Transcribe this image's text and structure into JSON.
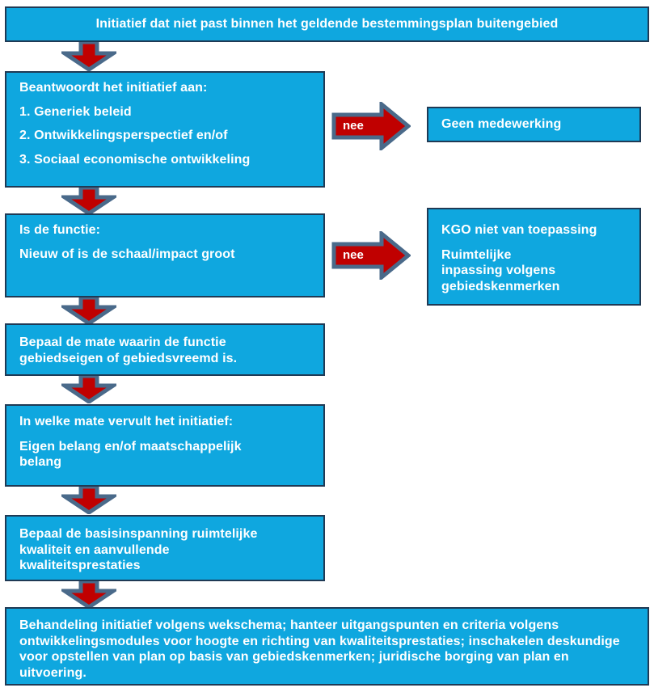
{
  "diagram": {
    "title": "Initiatief dat niet past binnen het geldende bestemmingsplan buitengebied",
    "colors": {
      "box_fill": "#0FA7DF",
      "box_border": "#1F3A55",
      "arrow_fill": "#C00000",
      "arrow_border": "#4A6A8A",
      "text": "#FFFFFF"
    }
  },
  "nodes": {
    "start": {
      "label": "Initiatief dat niet past binnen het geldende bestemmingsplan buitengebied"
    },
    "criteria": {
      "heading": "Beantwoordt het initiatief aan:",
      "item1": "1. Generiek beleid",
      "item2": "2. Ontwikkelingsperspectief en/of",
      "item3": "3. Sociaal economische ontwikkeling"
    },
    "geen_medewerking": {
      "label": "Geen medewerking"
    },
    "functie": {
      "heading": "Is de functie:",
      "body": "Nieuw of is de schaal/impact groot"
    },
    "kgo_niet": {
      "line1": "KGO niet van toepassing",
      "line2": "Ruimtelijke inpassing volgens gebiedskenmerken"
    },
    "gebiedseigen": {
      "body": "Bepaal de mate waarin de functie gebiedseigen of gebiedsvreemd is."
    },
    "belang": {
      "heading": "In welke mate vervult het initiatief:",
      "body": "Eigen belang en/of maatschappelijk belang"
    },
    "basisinspanning": {
      "body": "Bepaal de basisinspanning ruimtelijke kwaliteit en aanvullende kwaliteitsprestaties"
    },
    "behandeling": {
      "body": "Behandeling initiatief volgens wekschema; hanteer uitgangspunten en criteria volgens ontwikkelingsmodules voor hoogte en richting van kwaliteitsprestaties; inschakelen deskundige voor opstellen van plan op basis van gebiedskenmerken; juridische borging van plan en uitvoering."
    }
  },
  "connectors": {
    "nee_1": {
      "label": "nee"
    },
    "nee_2": {
      "label": "nee"
    }
  }
}
